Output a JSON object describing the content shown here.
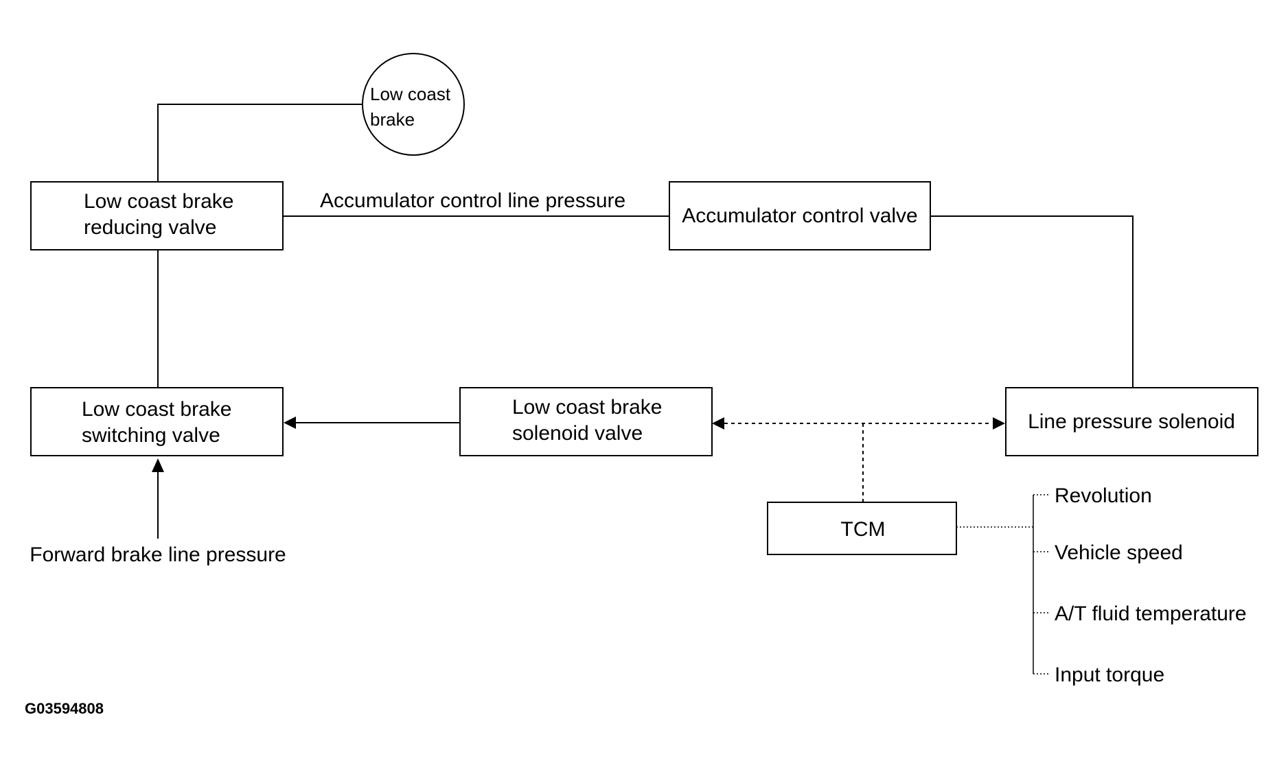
{
  "nodes": {
    "low_coast_brake": {
      "line1": "Low coast",
      "line2": "brake"
    },
    "reducing_valve": {
      "line1": "Low coast brake",
      "line2": "reducing valve"
    },
    "accumulator_valve": {
      "label": "Accumulator control valve"
    },
    "switching_valve": {
      "line1": "Low coast brake",
      "line2": "switching valve"
    },
    "solenoid_valve": {
      "line1": "Low coast brake",
      "line2": "solenoid valve"
    },
    "line_pressure_solenoid": {
      "label": "Line pressure solenoid"
    },
    "tcm": {
      "label": "TCM"
    }
  },
  "edge_labels": {
    "accumulator_line": "Accumulator control line pressure",
    "forward_brake": "Forward brake line pressure"
  },
  "tcm_inputs": [
    "Revolution",
    "Vehicle speed",
    "A/T fluid temperature",
    "Input torque"
  ],
  "figure_code": "G03594808"
}
